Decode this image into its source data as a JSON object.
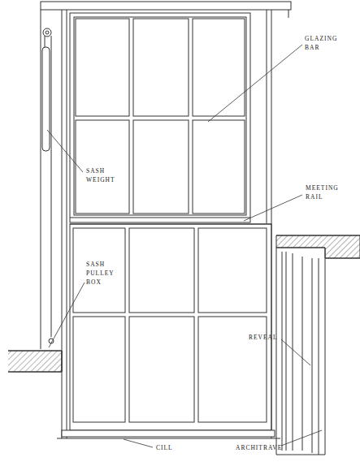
{
  "diagram": {
    "labels": [
      "GLAZING BAR",
      "SASH WEIGHT",
      "MEETING RAIL",
      "SASH PULLEY BOX",
      "REVEAL",
      "CILL",
      "ARCHITRAVE"
    ]
  }
}
